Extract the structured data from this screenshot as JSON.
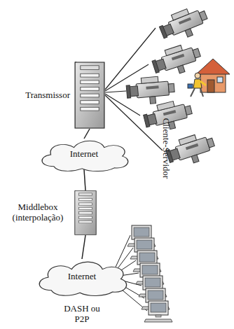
{
  "diagram": {
    "nodes": [
      {
        "text": [
          "Transmissor"
        ]
      },
      {
        "text": [
          "Internet"
        ]
      },
      {
        "text": [
          "Middlebox (interpolação)"
        ]
      },
      {
        "text": [
          "Internet"
        ]
      }
    ],
    "edges": [
      {
        "from": 0,
        "to": 1,
        "arrow": "none"
      },
      {
        "from": 1,
        "to": 2,
        "arrow": "none"
      },
      {
        "from": 2,
        "to": 3,
        "arrow": "none"
      }
    ],
    "labels": [
      "Cliente-Servidor",
      "DASH ou P2P"
    ]
  }
}
